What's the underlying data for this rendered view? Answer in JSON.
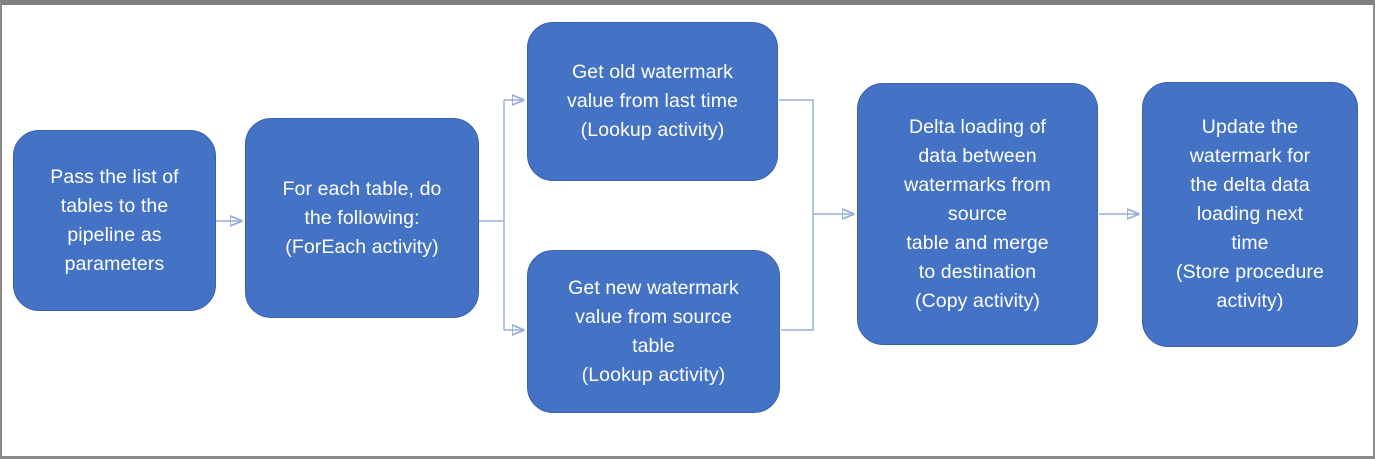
{
  "diagram": {
    "type": "flowchart",
    "background": "#FFFFFF",
    "colors": {
      "node_fill": "#4472C4",
      "node_border": "#3A62A9",
      "node_text": "#FFFFFF",
      "connector_line": "#9AAEDC",
      "connector_arrowhead": "#3E68B1",
      "frame_border": "#7F7F7F"
    },
    "nodes": [
      {
        "id": "pass-list",
        "label": "Pass the list of\ntables to the\npipeline as\nparameters"
      },
      {
        "id": "foreach",
        "label": "For each table, do\nthe following:\n(ForEach activity)"
      },
      {
        "id": "get-old-watermark",
        "label": "Get old watermark\nvalue from last time\n(Lookup activity)"
      },
      {
        "id": "get-new-watermark",
        "label": "Get new watermark\nvalue from source\ntable\n(Lookup activity)"
      },
      {
        "id": "delta-loading",
        "label": "Delta loading of\ndata between\nwatermarks from\nsource\ntable and merge\nto destination\n(Copy activity)"
      },
      {
        "id": "update-watermark",
        "label": "Update the\nwatermark for\nthe delta data\nloading next\ntime\n(Store procedure\nactivity)"
      }
    ],
    "edges": [
      {
        "from": "pass-list",
        "to": "foreach"
      },
      {
        "from": "foreach",
        "to": "get-old-watermark"
      },
      {
        "from": "foreach",
        "to": "get-new-watermark"
      },
      {
        "from": "get-old-watermark",
        "to": "delta-loading"
      },
      {
        "from": "get-new-watermark",
        "to": "delta-loading"
      },
      {
        "from": "delta-loading",
        "to": "update-watermark"
      }
    ]
  }
}
